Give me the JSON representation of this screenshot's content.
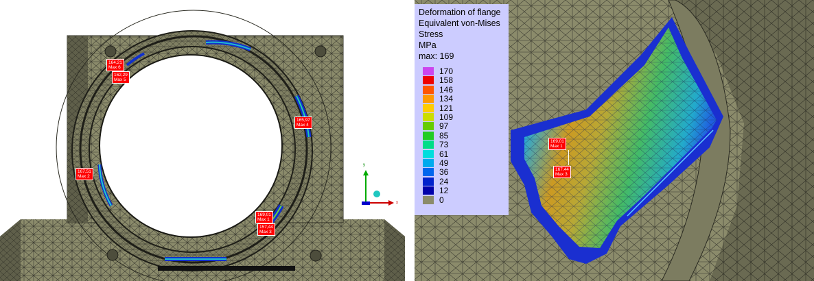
{
  "legend": {
    "title_line1": "Deformation of flange",
    "title_line2": "Equivalent von-Mises",
    "title_line3": "Stress",
    "unit": "MPa",
    "max_label": "max: 169",
    "scale": [
      {
        "value": "170",
        "color": "#cc44ee"
      },
      {
        "value": "158",
        "color": "#ee0000"
      },
      {
        "value": "146",
        "color": "#ff5500"
      },
      {
        "value": "134",
        "color": "#ff9900"
      },
      {
        "value": "121",
        "color": "#ffcc00"
      },
      {
        "value": "109",
        "color": "#ccdd00"
      },
      {
        "value": "97",
        "color": "#66cc00"
      },
      {
        "value": "85",
        "color": "#22cc22"
      },
      {
        "value": "73",
        "color": "#00dd88"
      },
      {
        "value": "61",
        "color": "#00dddd"
      },
      {
        "value": "49",
        "color": "#00aaee"
      },
      {
        "value": "36",
        "color": "#0066ee"
      },
      {
        "value": "24",
        "color": "#0022cc"
      },
      {
        "value": "12",
        "color": "#0000aa"
      },
      {
        "value": "0",
        "color": "#8b8b6b"
      }
    ]
  },
  "left_tags": [
    {
      "value": "164,21",
      "rank": "Max 6"
    },
    {
      "value": "162,29",
      "rank": "Max 5"
    },
    {
      "value": "165,97",
      "rank": "Max 4"
    },
    {
      "value": "167,51",
      "rank": "Max 2"
    },
    {
      "value": "169,01",
      "rank": "Max 1"
    },
    {
      "value": "157,44",
      "rank": "Max 3"
    }
  ],
  "right_tags": [
    {
      "value": "169,01",
      "rank": "Max 1"
    },
    {
      "value": "167,44",
      "rank": "Max 3"
    }
  ],
  "triad": {
    "x": "x",
    "y": "y"
  },
  "colors": {
    "mesh_base": "#8b8b6b",
    "mesh_line": "#3a3a30",
    "background": "#ffffff"
  }
}
